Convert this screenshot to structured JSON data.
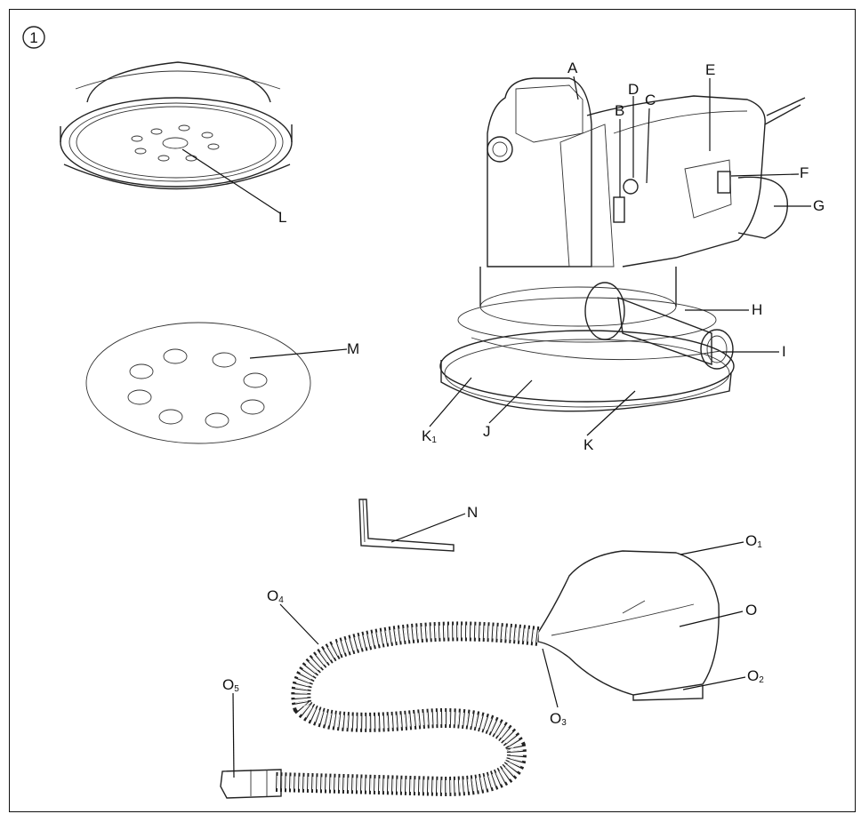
{
  "figure": {
    "number": "1"
  },
  "labels": {
    "A": "A",
    "B": "B",
    "C": "C",
    "D": "D",
    "E": "E",
    "F": "F",
    "G": "G",
    "H": "H",
    "I": "I",
    "J": "J",
    "K": "K",
    "K1": "K",
    "K1_sub": "1",
    "L": "L",
    "M": "M",
    "N": "N",
    "O": "O",
    "O1": "O",
    "O1_sub": "1",
    "O2": "O",
    "O2_sub": "2",
    "O3": "O",
    "O3_sub": "3",
    "O4": "O",
    "O4_sub": "4",
    "O5": "O",
    "O5_sub": "5"
  }
}
